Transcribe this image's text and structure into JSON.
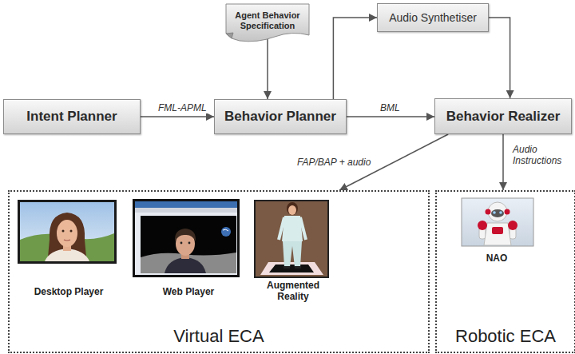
{
  "diagram": {
    "nodes": [
      {
        "text": [
          "Agent Behavior Specification"
        ]
      },
      {
        "text": [
          "Audio Synthetiser"
        ]
      },
      {
        "text": [
          "Intent Planner"
        ]
      },
      {
        "text": [
          "Behavior Planner"
        ]
      },
      {
        "text": [
          "Behavior Realizer"
        ]
      },
      {
        "text": [
          "Virtual ECA"
        ]
      },
      {
        "text": [
          "Desktop Player"
        ],
        "in": 5
      },
      {
        "text": [
          "Web Player"
        ],
        "in": 5
      },
      {
        "text": [
          "Augmented Reality"
        ],
        "in": 5
      },
      {
        "text": [
          "Robotic ECA"
        ]
      },
      {
        "text": [
          "NAO"
        ],
        "in": 9
      }
    ],
    "edges": [
      {
        "from": 0,
        "to": 3,
        "arrow": "to"
      },
      {
        "from": 2,
        "to": 3,
        "label": "FML-APML",
        "arrow": "to"
      },
      {
        "from": 3,
        "to": 1,
        "arrow": "to"
      },
      {
        "from": 1,
        "to": 4,
        "arrow": "to"
      },
      {
        "from": 3,
        "to": 4,
        "label": "BML",
        "arrow": "to"
      },
      {
        "from": 4,
        "to": 5,
        "label": "FAP/BAP + audio",
        "arrow": "to"
      },
      {
        "from": 4,
        "to": 9,
        "label": "Audio Instructions",
        "arrow": "to"
      }
    ]
  }
}
